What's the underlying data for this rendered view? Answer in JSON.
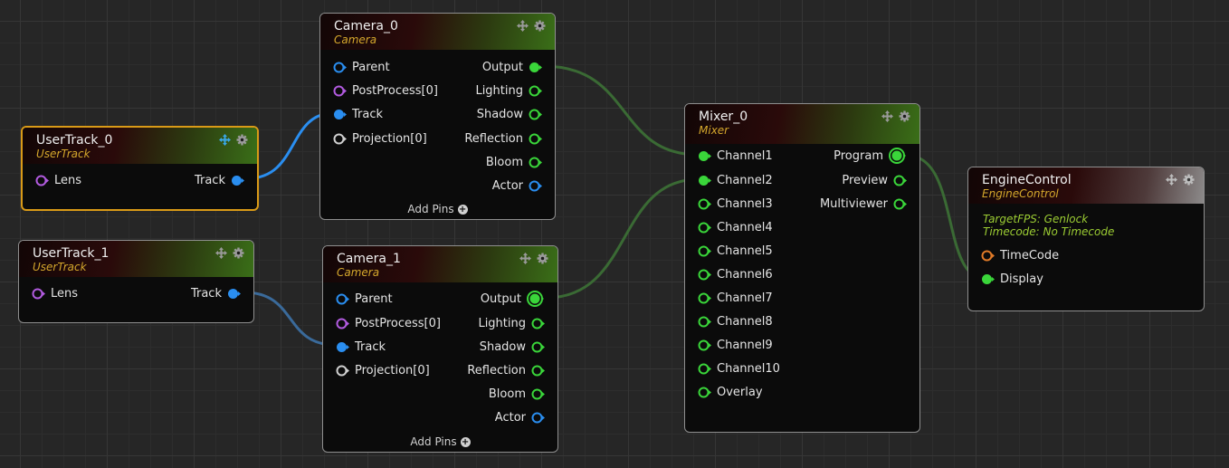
{
  "colors": {
    "pin_green": "#3ad63a",
    "pin_blue": "#2a8ef0",
    "pin_purple": "#b25be0",
    "pin_white": "#d0d0d0",
    "pin_orange": "#e07a28",
    "selected_border": "#d99a17",
    "type_label": "#d4a72c",
    "property_text": "#9ccd33"
  },
  "nodes": {
    "usertrack0": {
      "title": "UserTrack_0",
      "type": "UserTrack",
      "inputs": [
        {
          "label": "Lens",
          "pin": "purple-hollow"
        }
      ],
      "outputs": [
        {
          "label": "Track",
          "pin": "blue-filled"
        }
      ]
    },
    "usertrack1": {
      "title": "UserTrack_1",
      "type": "UserTrack",
      "inputs": [
        {
          "label": "Lens",
          "pin": "purple-hollow"
        }
      ],
      "outputs": [
        {
          "label": "Track",
          "pin": "blue-filled"
        }
      ]
    },
    "camera0": {
      "title": "Camera_0",
      "type": "Camera",
      "inputs": [
        {
          "label": "Parent",
          "pin": "blue-hollow"
        },
        {
          "label": "PostProcess[0]",
          "pin": "purple-hollow"
        },
        {
          "label": "Track",
          "pin": "blue-filled"
        },
        {
          "label": "Projection[0]",
          "pin": "white-hollow"
        }
      ],
      "outputs": [
        {
          "label": "Output",
          "pin": "green-filled"
        },
        {
          "label": "Lighting",
          "pin": "green-hollow"
        },
        {
          "label": "Shadow",
          "pin": "green-hollow"
        },
        {
          "label": "Reflection",
          "pin": "green-hollow"
        },
        {
          "label": "Bloom",
          "pin": "green-hollow"
        },
        {
          "label": "Actor",
          "pin": "blue-hollow"
        }
      ],
      "add_pins": "Add Pins"
    },
    "camera1": {
      "title": "Camera_1",
      "type": "Camera",
      "inputs": [
        {
          "label": "Parent",
          "pin": "blue-hollow"
        },
        {
          "label": "PostProcess[0]",
          "pin": "purple-hollow"
        },
        {
          "label": "Track",
          "pin": "blue-filled"
        },
        {
          "label": "Projection[0]",
          "pin": "white-hollow"
        }
      ],
      "outputs": [
        {
          "label": "Output",
          "pin": "green-ring"
        },
        {
          "label": "Lighting",
          "pin": "green-hollow"
        },
        {
          "label": "Shadow",
          "pin": "green-hollow"
        },
        {
          "label": "Reflection",
          "pin": "green-hollow"
        },
        {
          "label": "Bloom",
          "pin": "green-hollow"
        },
        {
          "label": "Actor",
          "pin": "blue-hollow"
        }
      ],
      "add_pins": "Add Pins"
    },
    "mixer0": {
      "title": "Mixer_0",
      "type": "Mixer",
      "inputs": [
        {
          "label": "Channel1",
          "pin": "green-filled"
        },
        {
          "label": "Channel2",
          "pin": "green-filled"
        },
        {
          "label": "Channel3",
          "pin": "green-hollow"
        },
        {
          "label": "Channel4",
          "pin": "green-hollow"
        },
        {
          "label": "Channel5",
          "pin": "green-hollow"
        },
        {
          "label": "Channel6",
          "pin": "green-hollow"
        },
        {
          "label": "Channel7",
          "pin": "green-hollow"
        },
        {
          "label": "Channel8",
          "pin": "green-hollow"
        },
        {
          "label": "Channel9",
          "pin": "green-hollow"
        },
        {
          "label": "Channel10",
          "pin": "green-hollow"
        },
        {
          "label": "Overlay",
          "pin": "green-hollow"
        }
      ],
      "outputs": [
        {
          "label": "Program",
          "pin": "green-ring"
        },
        {
          "label": "Preview",
          "pin": "green-hollow"
        },
        {
          "label": "Multiviewer",
          "pin": "green-hollow"
        }
      ]
    },
    "engine": {
      "title": "EngineControl",
      "type": "EngineControl",
      "properties": [
        "TargetFPS: Genlock",
        "Timecode: No Timecode"
      ],
      "inputs": [
        {
          "label": "TimeCode",
          "pin": "orange-hollow"
        },
        {
          "label": "Display",
          "pin": "green-filled"
        }
      ]
    }
  },
  "connections": [
    {
      "from": "usertrack0.Track",
      "to": "camera0.Track",
      "color": "#2a8ef0"
    },
    {
      "from": "usertrack1.Track",
      "to": "camera1.Track",
      "color": "#3a6a9a"
    },
    {
      "from": "camera0.Output",
      "to": "mixer0.Channel1",
      "color": "#3a6a34"
    },
    {
      "from": "camera1.Output",
      "to": "mixer0.Channel2",
      "color": "#3a6a34"
    },
    {
      "from": "mixer0.Program",
      "to": "engine.Display",
      "color": "#3a6a34"
    }
  ]
}
